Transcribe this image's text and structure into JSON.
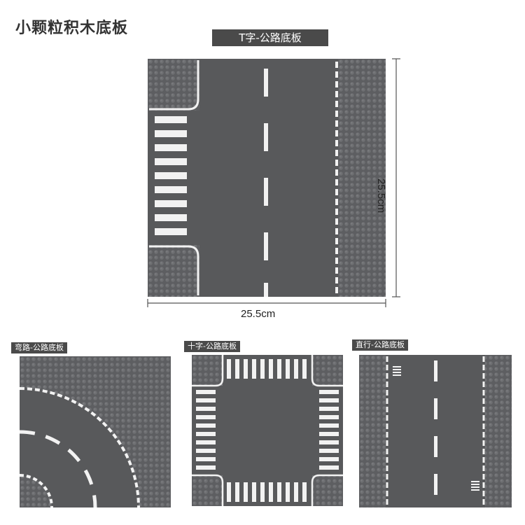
{
  "header": {
    "title": "小颗粒积木底板"
  },
  "main_plate": {
    "label": "T字-公路底板"
  },
  "dimensions": {
    "width": "25.5cm",
    "height": "25.5cm"
  },
  "thumbnails": [
    {
      "label": "弯路-公路底板"
    },
    {
      "label": "十字-公路底板"
    },
    {
      "label": "直行-公路底板"
    }
  ],
  "colors": {
    "road": "#5b5c5e",
    "stud_base": "#606164",
    "marking": "#f2f2f2",
    "tag_bg": "#4a4a4a"
  }
}
